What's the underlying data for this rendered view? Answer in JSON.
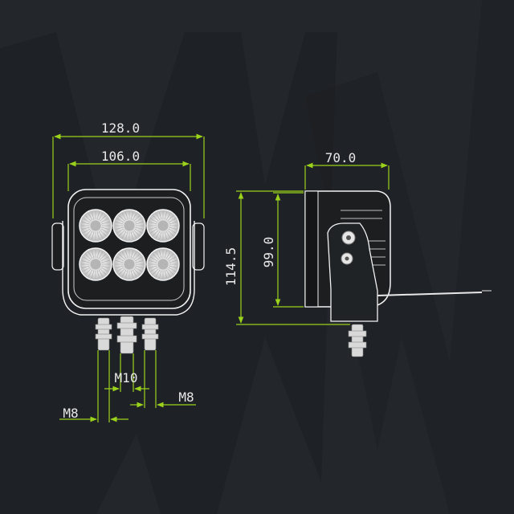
{
  "colors": {
    "background": "#23272b",
    "logo_shape": "#1a1d20",
    "dimension_line": "#9bd21c",
    "outline": "#f2f2f2",
    "lamp_body": "#1c1e20",
    "led": "#d9d9d9"
  },
  "watermark": {
    "icon": "stylized-w-logo"
  },
  "front_view": {
    "dimensions": {
      "overall_width": "128.0",
      "lens_width": "106.0",
      "center_bolt": "M10",
      "side_bolt_left": "M8",
      "side_bolt_right": "M8"
    },
    "led_count": 6
  },
  "side_view": {
    "dimensions": {
      "depth": "70.0",
      "overall_height": "114.5",
      "body_height": "99.0"
    }
  }
}
